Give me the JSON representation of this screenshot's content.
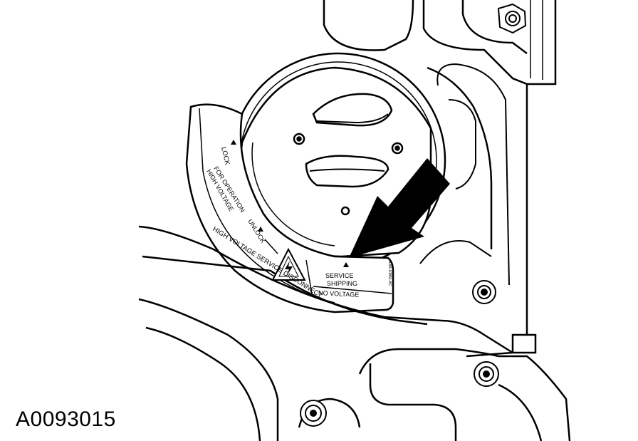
{
  "figure_id": "A0093015",
  "label": {
    "lock": "LOCK",
    "for_operation": "FOR OPERATION",
    "high_voltage": "HIGH VOLTAGE",
    "unlock": "UNLOCK",
    "service_disconnect": "HIGH VOLTAGE SERVICE DISCONNECT",
    "service": "SERVICE",
    "shipping": "SHIPPING",
    "no_voltage": "NO VOLTAGE",
    "part_code": "4L8A-10B51-AC"
  },
  "colors": {
    "line": "#000000",
    "fill": "#ffffff"
  },
  "icons": [
    "warning-triangle-icon",
    "lightning-bolt-icon",
    "indicator-arrow-icon"
  ]
}
